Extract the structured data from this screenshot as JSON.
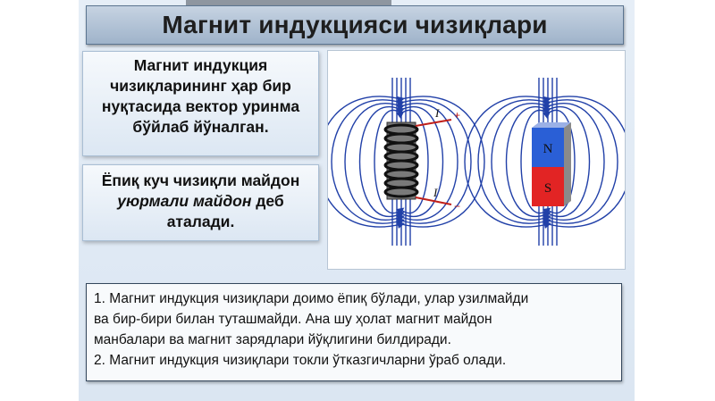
{
  "title": "Магнит индукцияси чизиқлари",
  "box1": {
    "lines": [
      "Магнит индукция",
      "чизиқларининг ҳар бир",
      "нуқтасида вектор уринма",
      "бўйлаб йўналган."
    ]
  },
  "box2": {
    "line1": "Ёпиқ куч чизиқли майдон",
    "italic": "уюрмали майдон",
    "line2_rest": " деб",
    "line3": "аталади."
  },
  "figure": {
    "coil_current_label": "I",
    "plus_sign": "+",
    "minus_sign": "−",
    "magnet_north": "N",
    "magnet_south": "S",
    "colors": {
      "north": "#2a5fd6",
      "south": "#e22424",
      "field_line": "#2140a8"
    }
  },
  "note": {
    "lines": [
      "1. Магнит индукция чизиқлари доимо ёпиқ бўлади, улар узилмайди",
      "ва бир-бири билан туташмайди. Ана шу ҳолат магнит майдон",
      "манбалари ва магнит зарядлари йўқлигини билдиради.",
      "2. Магнит индукция чизиқлари токли ўтказгичларни ўраб олади."
    ]
  }
}
